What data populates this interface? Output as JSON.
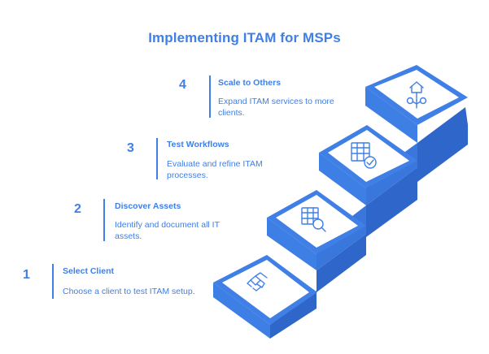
{
  "title": "Implementing ITAM for MSPs",
  "colors": {
    "accent": "#3f7fe6",
    "stair_front": "#3d7fe4",
    "stair_side": "#2f66c9",
    "stair_top": "#ffffff"
  },
  "steps": [
    {
      "number": "4",
      "heading": "Scale to Others",
      "description": "Expand ITAM services to more clients.",
      "icon": "house-tree-icon"
    },
    {
      "number": "3",
      "heading": "Test Workflows",
      "description": "Evaluate and refine ITAM processes.",
      "icon": "table-check-icon"
    },
    {
      "number": "2",
      "heading": "Discover Assets",
      "description": "Identify and document all IT assets.",
      "icon": "table-search-icon"
    },
    {
      "number": "1",
      "heading": "Select Client",
      "description": "Choose a client to test ITAM setup.",
      "icon": "handshake-icon"
    }
  ]
}
